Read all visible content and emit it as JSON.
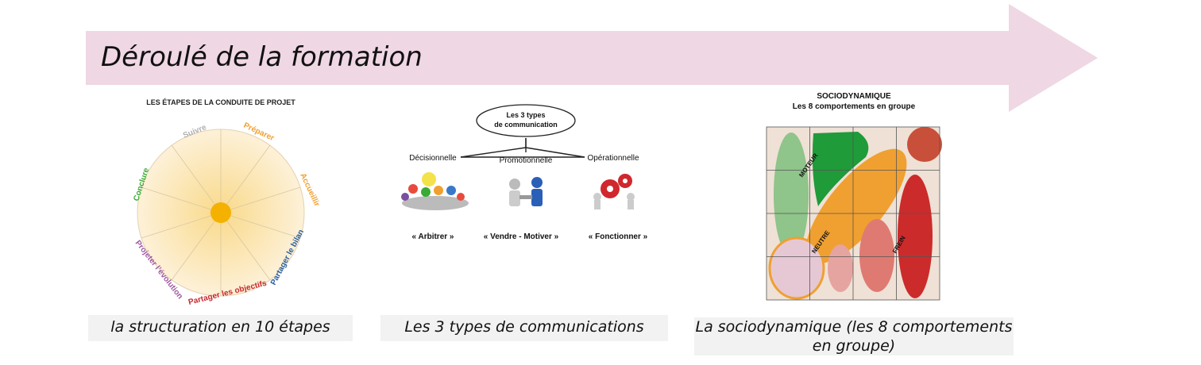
{
  "header": {
    "title": "Déroulé de la formation"
  },
  "panel1": {
    "title": "LES ÉTAPES DE LA CONDUITE DE PROJET",
    "labels": {
      "suivre": "Suivre",
      "preparer": "Préparer",
      "accueillir": "Accueillir",
      "conclure": "Conclure",
      "projeter": "Projeter l’évolution",
      "partager_bilan": "Partager le bilan",
      "partager_objectifs": "Partager les objectifs"
    },
    "caption": "la structuration en 10 étapes"
  },
  "panel2": {
    "root_line1": "Les 3 types",
    "root_line2": "de communication",
    "types": [
      {
        "name": "Décisionnelle",
        "quote": "« Arbitrer »"
      },
      {
        "name": "Promotionnelle",
        "quote": "« Vendre - Motiver »"
      },
      {
        "name": "Opérationnelle",
        "quote": "« Fonctionner »"
      }
    ],
    "caption": "Les 3 types de communications"
  },
  "panel3": {
    "title_line1": "SOCIODYNAMIQUE",
    "title_line2": "Les 8 comportements en groupe",
    "labels": {
      "moteur": "MOTEUR",
      "neutre": "NEUTRE",
      "frein": "FREIN"
    },
    "caption": "La sociodynamique (les 8 comportements en groupe)"
  },
  "colors": {
    "arrow": "#efd7e3",
    "caption_bg": "#f2f2f2",
    "wheel_center": "#f5b100",
    "preparer": "#f0a030",
    "suivre": "#b0b0b0",
    "conclure": "#3aaa35",
    "projeter": "#a05aa0",
    "partager_objectifs": "#c8282d",
    "partager_bilan": "#2a5f9e"
  }
}
